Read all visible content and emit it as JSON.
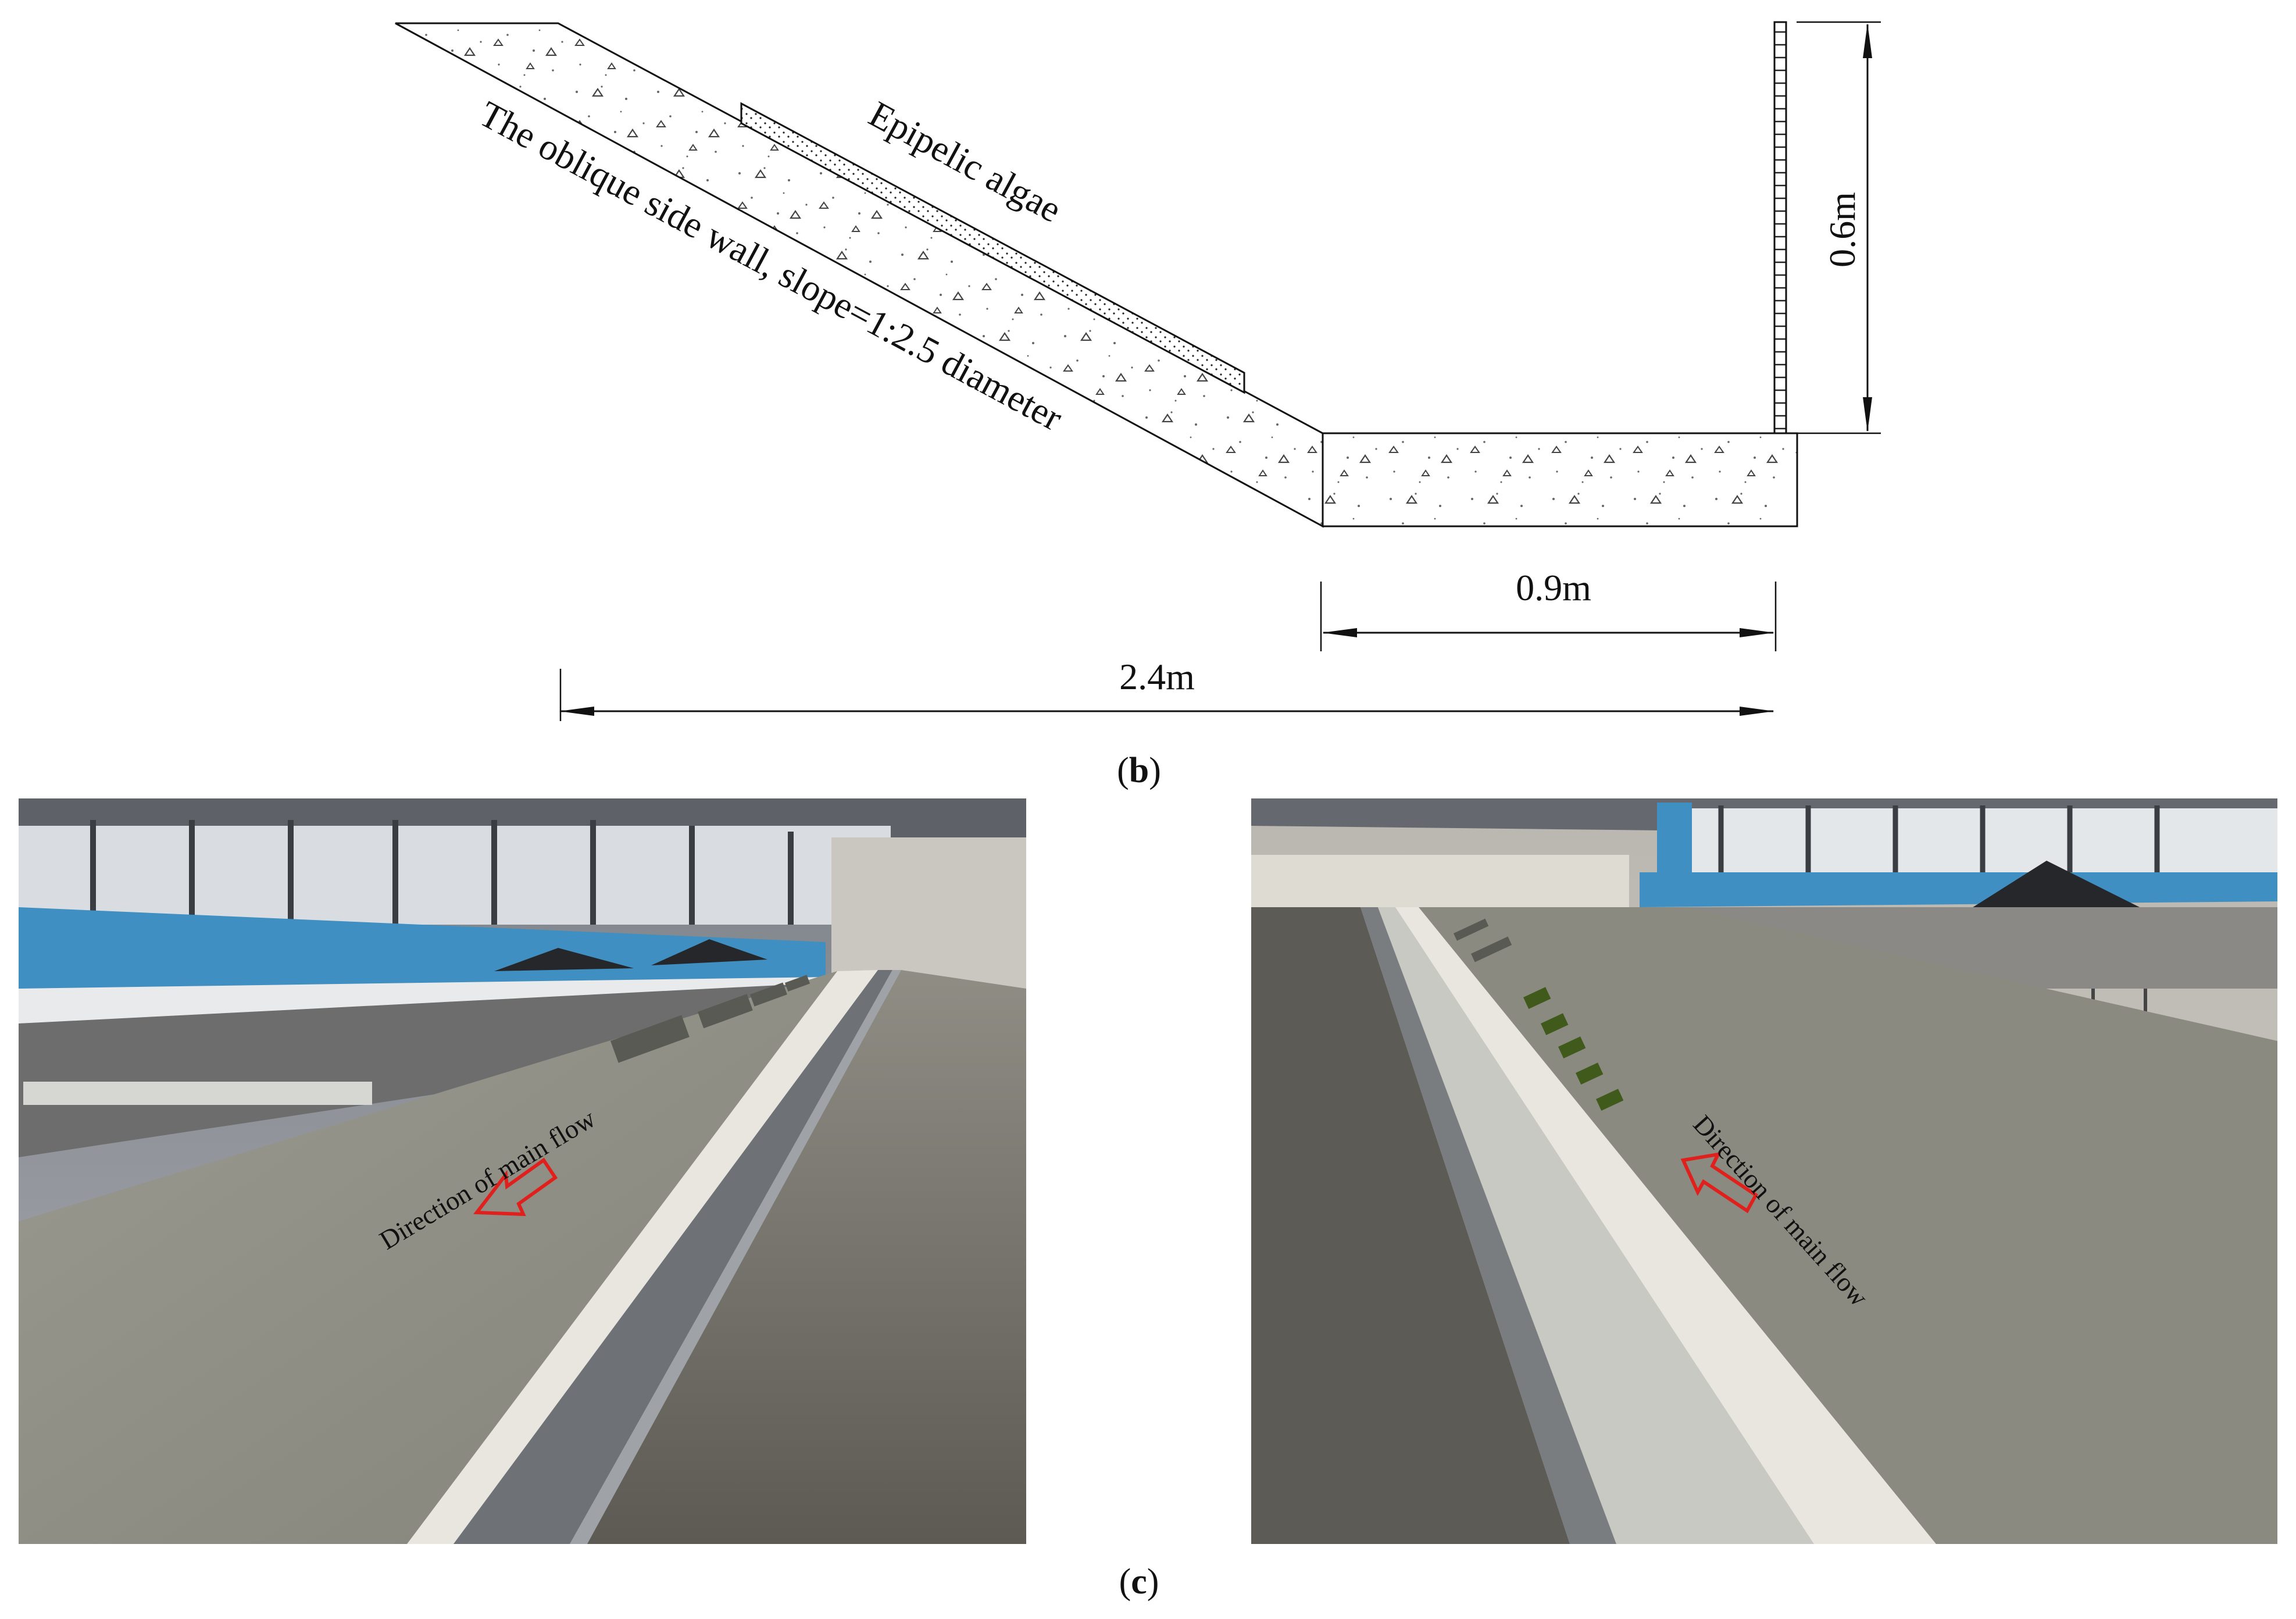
{
  "panel_b": {
    "caption_open": "(",
    "caption_letter": "b",
    "caption_close": ")",
    "labels": {
      "algae": "Epipelic algae",
      "wall": "The oblique side wall, slope=1:2.5 diameter",
      "height": "0.6m",
      "bottom_width": "0.9m",
      "total_width": "2.4m"
    }
  },
  "panel_c": {
    "caption_open": "(",
    "caption_letter": "c",
    "caption_close": ")",
    "photo_left": {
      "annotation": "Direction of main flow"
    },
    "photo_right": {
      "annotation": "Direction of main flow"
    }
  },
  "colors": {
    "ink": "#111111",
    "arrow_red": "#e0201c",
    "flume_gray": "#8a8a80",
    "wall_blue": "#3f8fc2",
    "algae_green": "#3f5a1a"
  }
}
